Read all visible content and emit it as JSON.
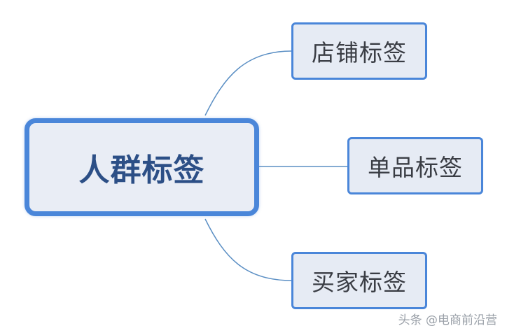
{
  "diagram": {
    "root": {
      "label": "人群标签"
    },
    "children": [
      {
        "label": "店铺标签"
      },
      {
        "label": "单品标签"
      },
      {
        "label": "买家标签"
      }
    ]
  },
  "watermark": "头条 @电商前沿营",
  "colors": {
    "node_border": "#4a86d9",
    "node_fill": "#e6ebf4",
    "root_text": "#2c4f86",
    "connector": "#5b8fc4"
  }
}
